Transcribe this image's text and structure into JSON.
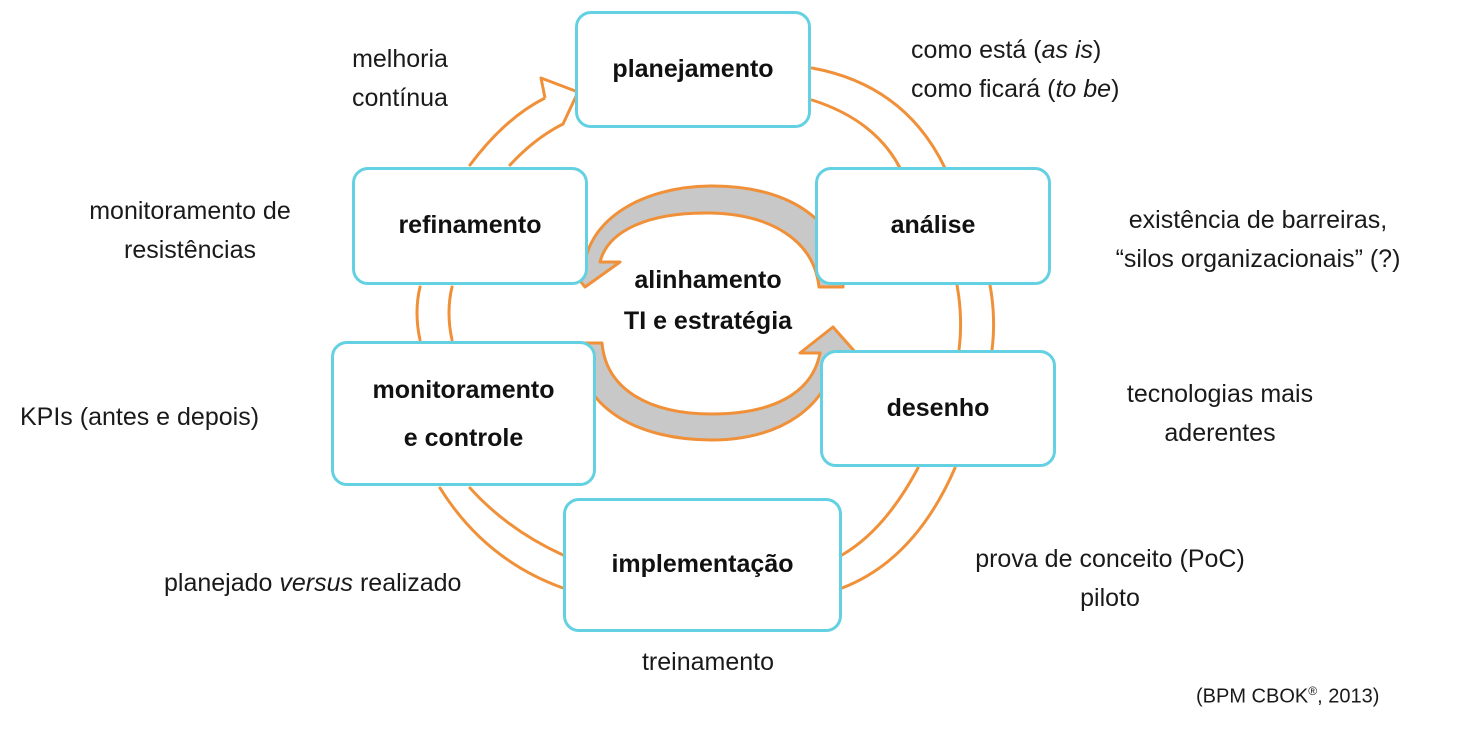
{
  "colors": {
    "box_border": "#64d1e3",
    "cycle_arrow": "#f0913a",
    "inner_arrow_fill": "#c8c8c8"
  },
  "center": {
    "line1": "alinhamento",
    "line2": "TI e estratégia"
  },
  "stages": {
    "planejamento": "planejamento",
    "analise": "análise",
    "desenho": "desenho",
    "implementacao": "implementação",
    "monitoramento_line1": "monitoramento",
    "monitoramento_line2": "e controle",
    "refinamento": "refinamento"
  },
  "notes": {
    "melhoria_line1": "melhoria",
    "melhoria_line2": "contínua",
    "asis_prefix": "como está (",
    "asis_em": "as is",
    "asis_suffix": ")",
    "tobe_prefix": "como ficará (",
    "tobe_em": "to be",
    "tobe_suffix": ")",
    "barreiras_line1": "existência de barreiras,",
    "barreiras_line2": "“silos organizacionais” (?)",
    "tecnologias_line1": "tecnologias mais",
    "tecnologias_line2": "aderentes",
    "poc_line1": "prova de conceito (PoC)",
    "poc_line2": "piloto",
    "treinamento": "treinamento",
    "planejado_prefix": "planejado ",
    "planejado_em": "versus",
    "planejado_suffix": " realizado",
    "kpis": "KPIs (antes e depois)",
    "resistencias_line1": "monitoramento de",
    "resistencias_line2": "resistências"
  },
  "citation": {
    "prefix": "(BPM CBOK",
    "mark": "®",
    "suffix": ", 2013)"
  }
}
